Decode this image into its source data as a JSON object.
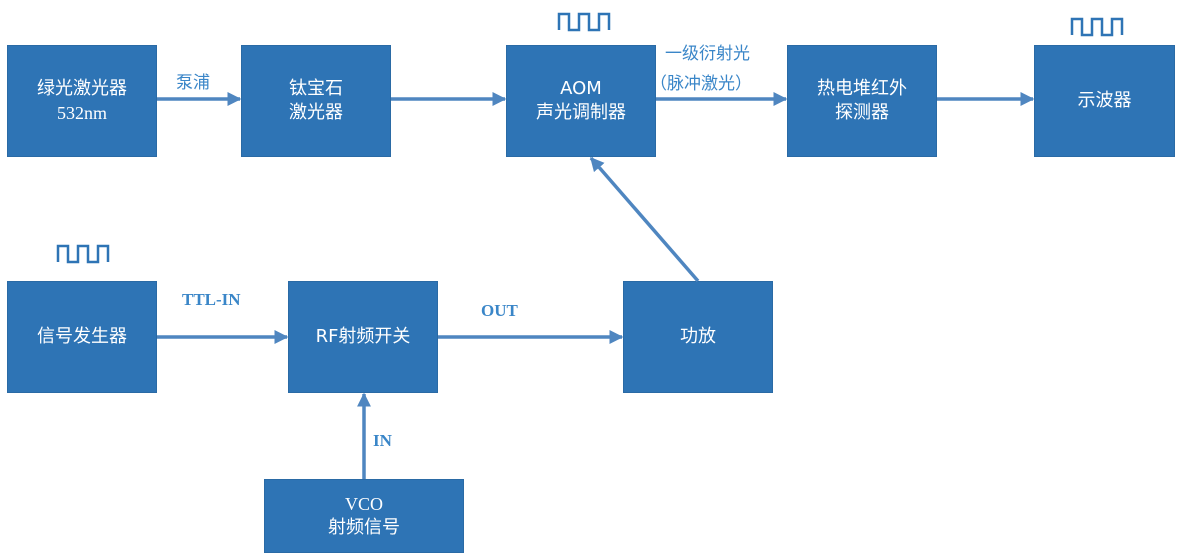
{
  "colors": {
    "box_fill": "#2e74b5",
    "arrow": "#4f86c0",
    "label_text": "#3a86c8",
    "pulse_icon": "#2e74b5"
  },
  "boxes": {
    "green_laser": {
      "line1": "绿光激光器",
      "line2": "532nm"
    },
    "ti_sapphire": {
      "line1": "钛宝石",
      "line2": "激光器"
    },
    "aom": {
      "line1": "AOM",
      "line2": "声光调制器"
    },
    "thermopile": {
      "line1": "热电堆红外",
      "line2": "探测器"
    },
    "oscilloscope": {
      "line1": "示波器"
    },
    "signal_generator": {
      "line1": "信号发生器"
    },
    "rf_switch": {
      "line1": "RF射频开关"
    },
    "amplifier": {
      "line1": "功放"
    },
    "vco": {
      "line1": "VCO",
      "line2": "射频信号"
    }
  },
  "labels": {
    "pump": "泵浦",
    "first_order_line1": "一级衍射光",
    "first_order_line2": "（脉冲激光）",
    "ttl_in": "TTL-IN",
    "out": "OUT",
    "in": "IN"
  },
  "icons": {
    "pulse_aom": "square-wave-icon",
    "pulse_oscilloscope": "square-wave-icon",
    "pulse_signal_generator": "square-wave-icon"
  }
}
